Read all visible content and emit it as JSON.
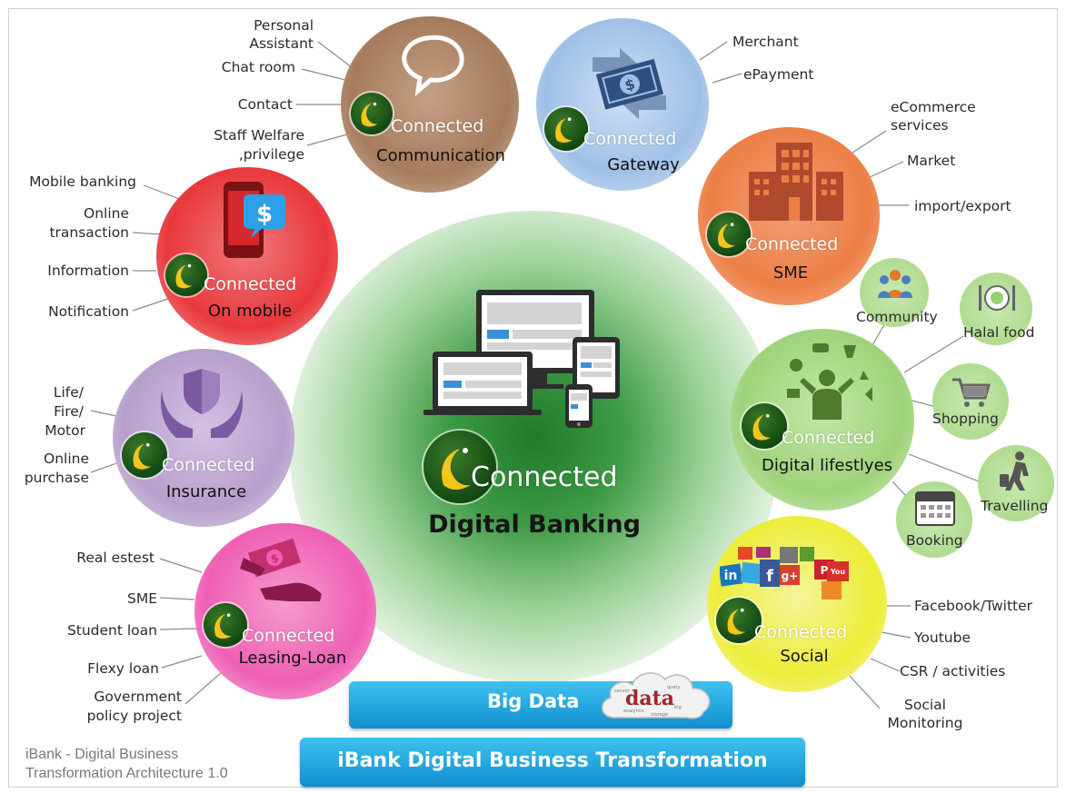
{
  "center": {
    "connected_word": "Connected",
    "title": "Digital Banking"
  },
  "connected_word": "Connected",
  "hubs": {
    "communication": {
      "title": "Communication",
      "labels": [
        "Personal",
        "Assistant",
        "Chat room",
        "Contact",
        "Staff Welfare",
        ",privilege"
      ]
    },
    "gateway": {
      "title": "Gateway",
      "labels": [
        "Merchant",
        "ePayment"
      ]
    },
    "sme": {
      "title": "SME",
      "labels": [
        "eCommerce",
        "services",
        "Market",
        "import/export"
      ]
    },
    "mobile": {
      "title": "On mobile",
      "labels": [
        "Mobile banking",
        "Online",
        "transaction",
        "Information",
        "Notification"
      ]
    },
    "insurance": {
      "title": "Insurance",
      "labels": [
        "Life/",
        "Fire/",
        "Motor",
        "Online",
        "purchase"
      ]
    },
    "leasing": {
      "title": "Leasing-Loan",
      "labels": [
        "Real estest",
        "SME",
        "Student loan",
        "Flexy loan",
        "Government",
        "policy project"
      ]
    },
    "lifestyles": {
      "title": "Digital lifestlyes",
      "sub": [
        "Community",
        "Halal food",
        "Shopping",
        "Travelling",
        "Booking"
      ]
    },
    "social": {
      "title": "Social",
      "labels": [
        "Facebook/Twitter",
        "Youtube",
        "CSR / activities",
        "Social",
        "Monitoring"
      ],
      "social_icons": [
        "in",
        "f",
        "g+",
        "P",
        "You Tube"
      ]
    }
  },
  "bars": {
    "big_data": "Big Data",
    "big_data_cloud": "data",
    "transformation": "iBank Digital Business Transformation"
  },
  "caption": [
    "iBank - Digital Business",
    "Transformation Architecture 1.0"
  ],
  "colors": {
    "communication": "#a57b5c",
    "gateway": "#9fc0e6",
    "sme": "#ec7f45",
    "mobile": "#e8383c",
    "insurance": "#b7a0cc",
    "leasing": "#ef5fb4",
    "lifestyles": "#9fd37a",
    "social": "#eded3a",
    "center": "#1f7a2a",
    "bar_blue": "#1ca3e0"
  }
}
